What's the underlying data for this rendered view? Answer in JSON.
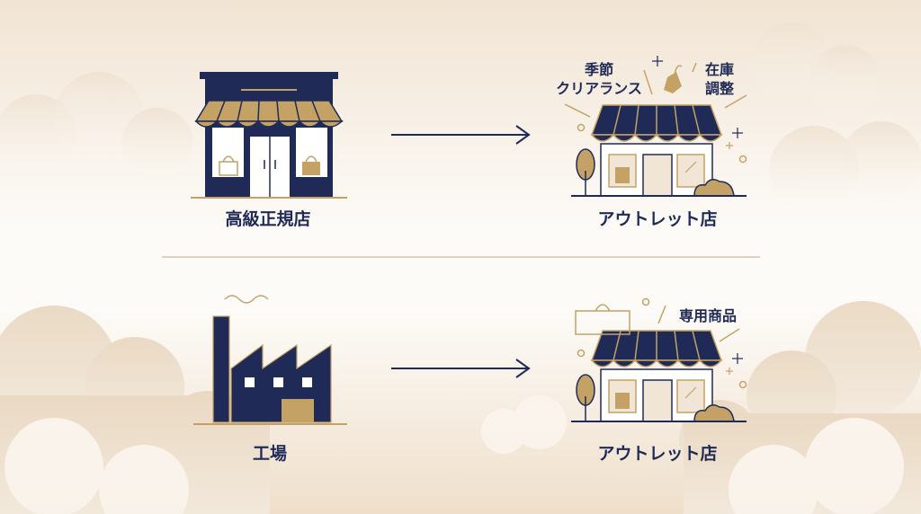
{
  "colors": {
    "navy": "#1f2a56",
    "gold": "#c4a265",
    "cream": "#f1e5d6",
    "background": "#fbf7f2"
  },
  "top_row": {
    "source_label": "高級正規店",
    "target_label": "アウトレット店",
    "annotations": {
      "left_line1": "季節",
      "left_line2": "クリアランス",
      "right_line1": "在庫",
      "right_line2": "調整"
    }
  },
  "bottom_row": {
    "source_label": "工場",
    "target_label": "アウトレット店",
    "annotations": {
      "right": "専用商品"
    }
  },
  "icons": [
    "luxury-store-icon",
    "outlet-store-icon",
    "factory-icon",
    "arrow-right-icon",
    "price-tag-icon",
    "shopping-bag-icon",
    "tree-icon",
    "bush-icon",
    "sparkle-icon"
  ]
}
